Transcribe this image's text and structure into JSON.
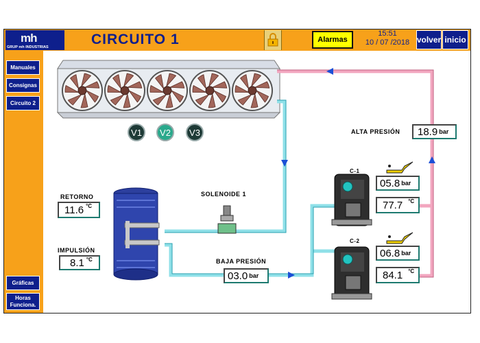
{
  "header": {
    "logo_mark": "mh",
    "logo_text": "GRUP mh INDUSTRIAS",
    "title": "CIRCUITO 1",
    "alarm_label": "Alarmas",
    "time": "15:51",
    "date": "10 / 07 /2018",
    "back_label": "volver",
    "home_label": "inicio"
  },
  "sidebar": {
    "items": [
      {
        "label": "Manuales"
      },
      {
        "label": "Consignas"
      },
      {
        "label": "Circuito 2"
      }
    ],
    "bottom": [
      {
        "label": "Gráficas"
      },
      {
        "label": "Horas Funciona."
      }
    ]
  },
  "valves": [
    "V1",
    "V2",
    "V3"
  ],
  "readings": {
    "alta_presion": {
      "label": "ALTA PRESIÓN",
      "value": "18.9",
      "unit": "bar"
    },
    "baja_presion": {
      "label": "BAJA PRESIÓN",
      "value": "03.0",
      "unit": "bar"
    },
    "retorno": {
      "label": "RETORNO",
      "value": "11.6",
      "unit": "°C"
    },
    "impulsion": {
      "label": "IMPULSIÓN",
      "value": "8.1",
      "unit": "°C"
    },
    "solenoide": {
      "label": "SOLENOIDE 1"
    }
  },
  "compressors": [
    {
      "label": "C-1",
      "oil": "05.8",
      "oil_unit": "bar",
      "temp": "77.7",
      "temp_unit": "°C"
    },
    {
      "label": "C-2",
      "oil": "06.8",
      "oil_unit": "bar",
      "temp": "84.1",
      "temp_unit": "°C"
    }
  ],
  "colors": {
    "orange": "#f7a11a",
    "navy": "#0e1f8c",
    "pipe_low": "#8fe0e8",
    "pipe_high": "#f2a6bf",
    "flow_arrow": "#1c4fd6"
  },
  "icons": [
    "lock-icon",
    "oil-can-icon",
    "fan-icon",
    "arrow-icon"
  ]
}
